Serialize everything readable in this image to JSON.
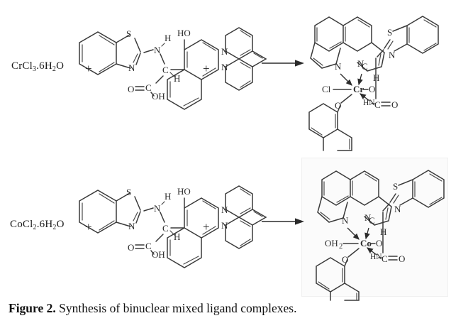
{
  "figure": {
    "caption_label": "Figure 2.",
    "caption_text": " Synthesis of binuclear mixed ligand complexes."
  },
  "reactions": [
    {
      "id": "cr",
      "metal_salt": "CrCl",
      "metal_salt_sub": "3",
      "metal_salt_rest": ".6H",
      "metal_salt_sub2": "2",
      "metal_salt_tail": "O",
      "plus1": "+",
      "plus2": "+",
      "metal_center": "Cr",
      "axial_ligand": "Cl",
      "ligand_atoms": {
        "sulfur": "S",
        "thiazole_n": "N",
        "amine_n": "N",
        "amine_h": "H",
        "alpha_c": "C",
        "alpha_h": "H",
        "carbonyl_o": "O",
        "carboxyl_c": "C",
        "hydroxyl": "OH",
        "naphthol_oh": "HO"
      },
      "phen_n1": "N",
      "phen_n2": "N",
      "product_atoms": {
        "phen_n1": "N",
        "phen_n2": "N",
        "enolate_o": "O",
        "amide_nh": "HN",
        "amide_c": "C",
        "amide_o": "O",
        "naphtholate_o": "O",
        "thiazole_s": "S",
        "thiazole_n": "N",
        "methine_c": "C",
        "methine_h": "H"
      }
    },
    {
      "id": "co",
      "metal_salt": "CoCl",
      "metal_salt_sub": "2",
      "metal_salt_rest": ".6H",
      "metal_salt_sub2": "2",
      "metal_salt_tail": "O",
      "plus1": "+",
      "plus2": "+",
      "metal_center": "Co",
      "axial_ligand": "OH",
      "axial_ligand_sub": "2",
      "ligand_atoms": {
        "sulfur": "S",
        "thiazole_n": "N",
        "amine_n": "N",
        "amine_h": "H",
        "alpha_c": "C",
        "alpha_h": "H",
        "carbonyl_o": "O",
        "carboxyl_c": "C",
        "hydroxyl": "OH",
        "naphthol_oh": "HO"
      },
      "phen_n1": "N",
      "phen_n2": "N",
      "product_atoms": {
        "phen_n1": "N",
        "phen_n2": "N",
        "enolate_o": "O",
        "amide_nh": "HN",
        "amide_c": "C",
        "amide_o": "O",
        "naphtholate_o": "O",
        "thiazole_s": "S",
        "thiazole_n": "N",
        "methine_c": "C",
        "methine_h": "H"
      }
    }
  ],
  "colors": {
    "bond": "#3a3a3a",
    "text": "#1a1a1a",
    "panel_bg": "#fbfbfb",
    "background": "#ffffff"
  }
}
